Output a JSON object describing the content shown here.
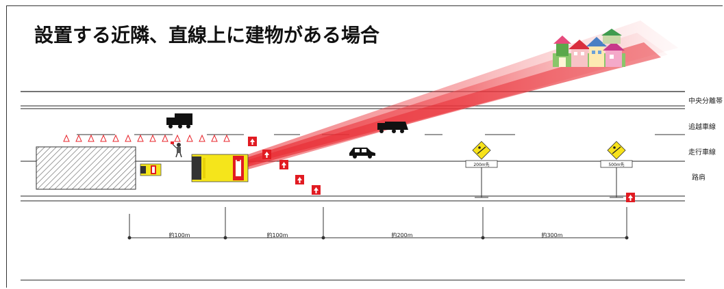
{
  "title": "設置する近隣、直線上に建物がある場合",
  "lanes": {
    "median": "中央分離帯",
    "passing": "追越車線",
    "driving": "走行車線",
    "shoulder": "路肩"
  },
  "signs": [
    {
      "label": "200m先"
    },
    {
      "label": "500m先"
    }
  ],
  "distances": [
    {
      "label": "約100m"
    },
    {
      "label": "約100m"
    },
    {
      "label": "約200m"
    },
    {
      "label": "約300m"
    }
  ],
  "colors": {
    "beam": "#e8242b",
    "arrow_board": "#e11b22",
    "truck_yellow": "#f5e51b",
    "sign_yellow": "#f7e21a"
  }
}
